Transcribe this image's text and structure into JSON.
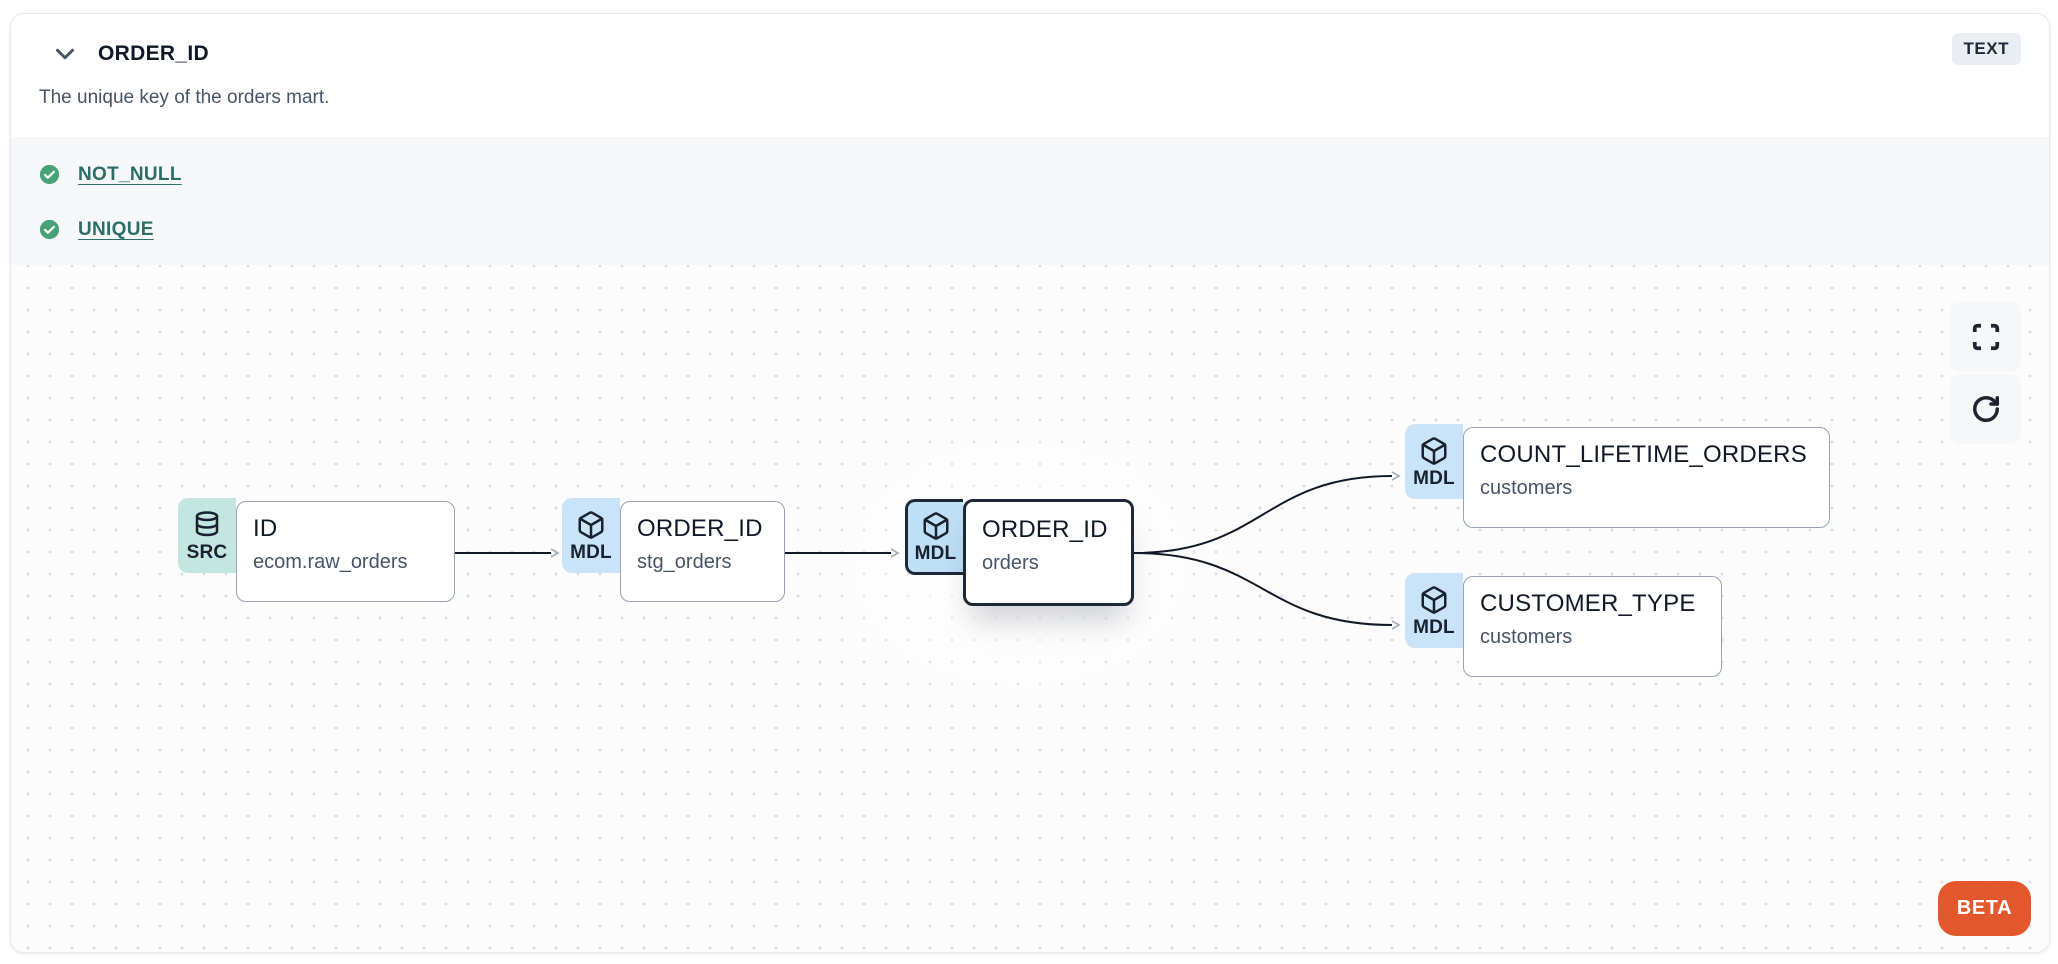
{
  "header": {
    "title": "ORDER_ID",
    "description": "The unique key of the orders mart.",
    "type_badge": "TEXT",
    "collapse_icon": "chevron-down-icon"
  },
  "tests": [
    {
      "label": "NOT_NULL",
      "status": "pass",
      "icon": "check-circle-icon"
    },
    {
      "label": "UNIQUE",
      "status": "pass",
      "icon": "check-circle-icon"
    }
  ],
  "lineage": {
    "nodes": [
      {
        "badge": "SRC",
        "icon": "database-icon",
        "title": "ID",
        "subtitle": "ecom.raw_orders",
        "selected": false
      },
      {
        "badge": "MDL",
        "icon": "box-icon",
        "title": "ORDER_ID",
        "subtitle": "stg_orders",
        "selected": false
      },
      {
        "badge": "MDL",
        "icon": "box-icon",
        "title": "ORDER_ID",
        "subtitle": "orders",
        "selected": true
      },
      {
        "badge": "MDL",
        "icon": "box-icon",
        "title": "COUNT_LIFETIME_ORDERS",
        "subtitle": "customers",
        "selected": false
      },
      {
        "badge": "MDL",
        "icon": "box-icon",
        "title": "CUSTOMER_TYPE",
        "subtitle": "customers",
        "selected": false
      }
    ],
    "edges": [
      {
        "from": 0,
        "to": 1
      },
      {
        "from": 1,
        "to": 2
      },
      {
        "from": 2,
        "to": 3
      },
      {
        "from": 2,
        "to": 4
      }
    ],
    "controls": [
      {
        "icon": "fullscreen-icon"
      },
      {
        "icon": "refresh-icon"
      }
    ],
    "beta_label": "BETA"
  },
  "colors": {
    "src_badge": "#c3e6e1",
    "mdl_badge": "#c9e4f8",
    "selected_border": "#1d2939",
    "test_link": "#2c6e65",
    "check_green": "#47a277",
    "beta_orange": "#e2572b",
    "canvas_dot": "#d9dce1"
  }
}
